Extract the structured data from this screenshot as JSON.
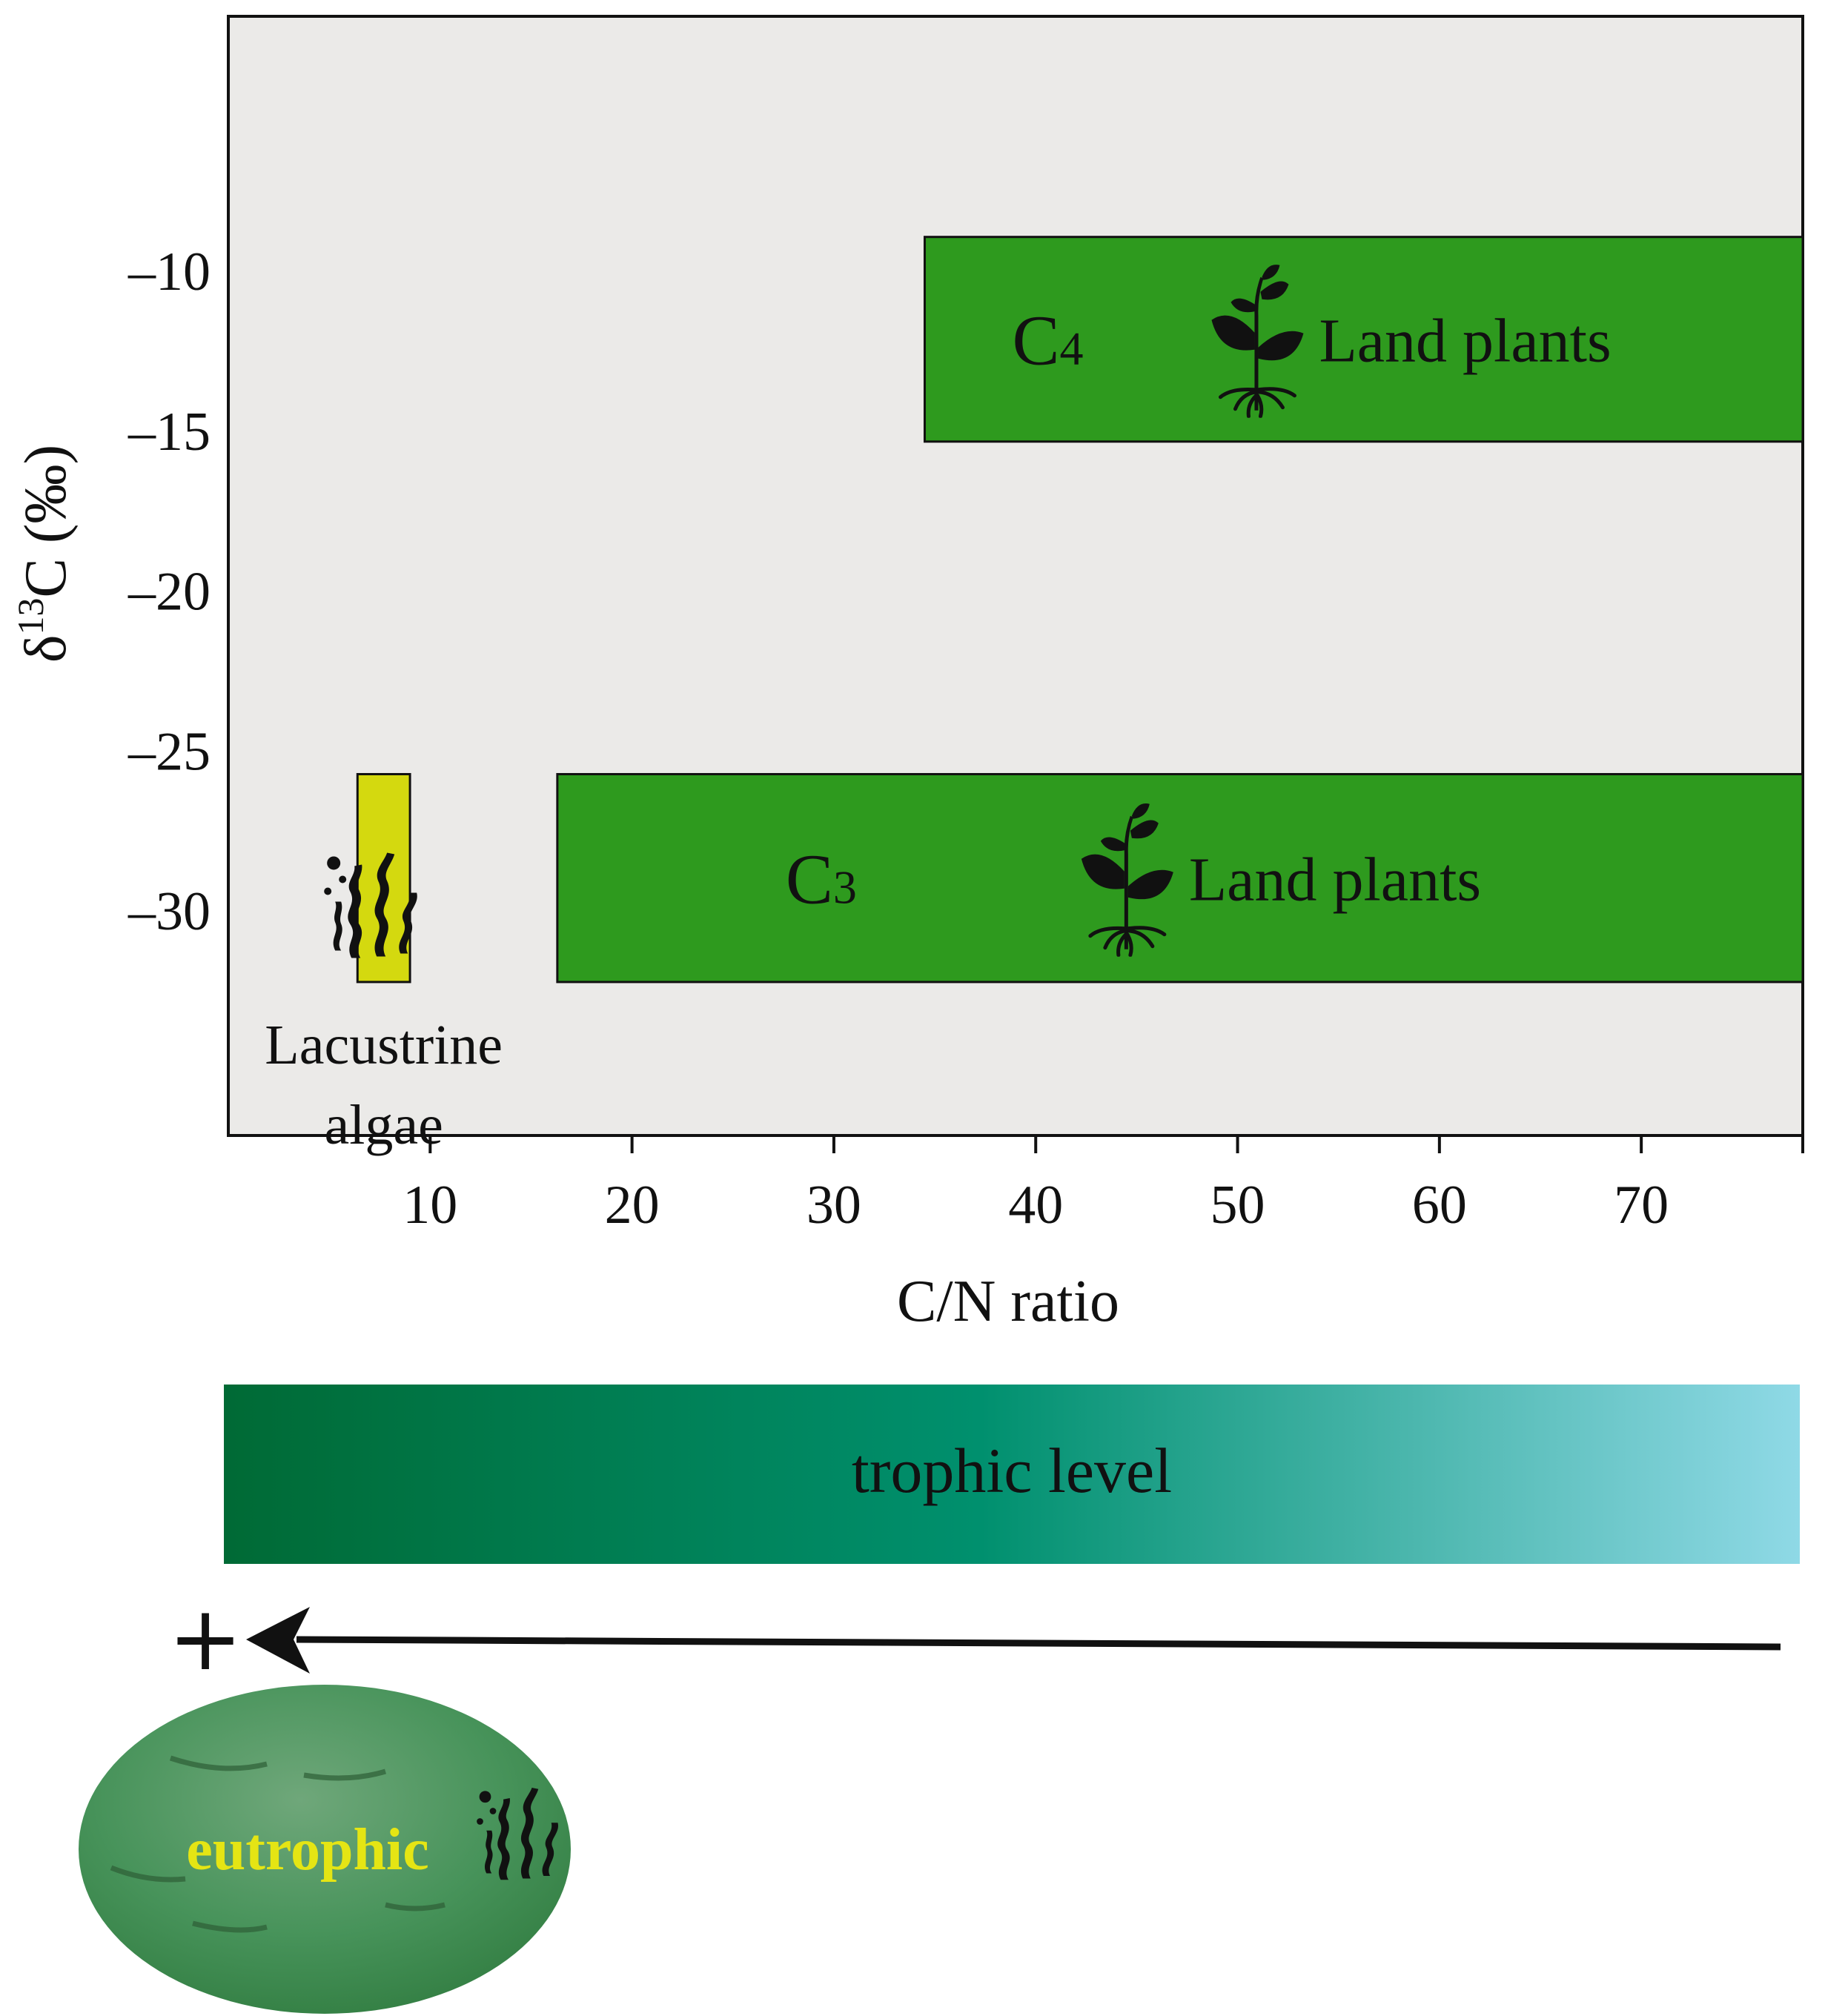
{
  "chart_data": {
    "type": "box-regions",
    "xlabel": "C/N ratio",
    "ylabel_parts": {
      "delta": "δ",
      "sup": "13",
      "rest": "C (‰)"
    },
    "xlim": [
      0,
      78
    ],
    "ylim": [
      -37,
      -2
    ],
    "x_ticks": [
      10,
      20,
      30,
      40,
      50,
      60,
      70
    ],
    "y_ticks": [
      -10,
      -15,
      -20,
      -25,
      -30
    ],
    "y_tick_labels": [
      "–10",
      "–15",
      "–20",
      "–25",
      "–30"
    ],
    "grid": false,
    "regions": [
      {
        "id": "c4",
        "label_main": "C",
        "label_sub": "4",
        "text": "Land plants",
        "x": [
          34.5,
          78
        ],
        "y": [
          -15.3,
          -8.9
        ],
        "color": "#2e9a1e",
        "icon": "plant-icon"
      },
      {
        "id": "c3",
        "label_main": "C",
        "label_sub": "3",
        "text": "Land plants",
        "x": [
          16.3,
          78
        ],
        "y": [
          -32.2,
          -25.7
        ],
        "color": "#2e9a1e",
        "icon": "plant-icon"
      },
      {
        "id": "algae",
        "text_lines": [
          "Lacustrine",
          "algae"
        ],
        "x": [
          6.4,
          9
        ],
        "y": [
          -32.2,
          -25.7
        ],
        "color": "#d4d90f",
        "icon": "algae-icon"
      }
    ]
  },
  "trophic_bar": {
    "label": "trophic level",
    "color_start": "#006a35",
    "color_mid": "#00906e",
    "color_end": "#8fd9e6"
  },
  "arrow": {
    "plus_sign": "+"
  },
  "eutrophic": {
    "label": "eutrophic",
    "label_color": "#e5e514",
    "fill_color": "#3f8c4d"
  },
  "colors": {
    "plot_background": "#ebeae8",
    "box_green": "#2e9a1e",
    "algae_yellow": "#d4d90f"
  }
}
